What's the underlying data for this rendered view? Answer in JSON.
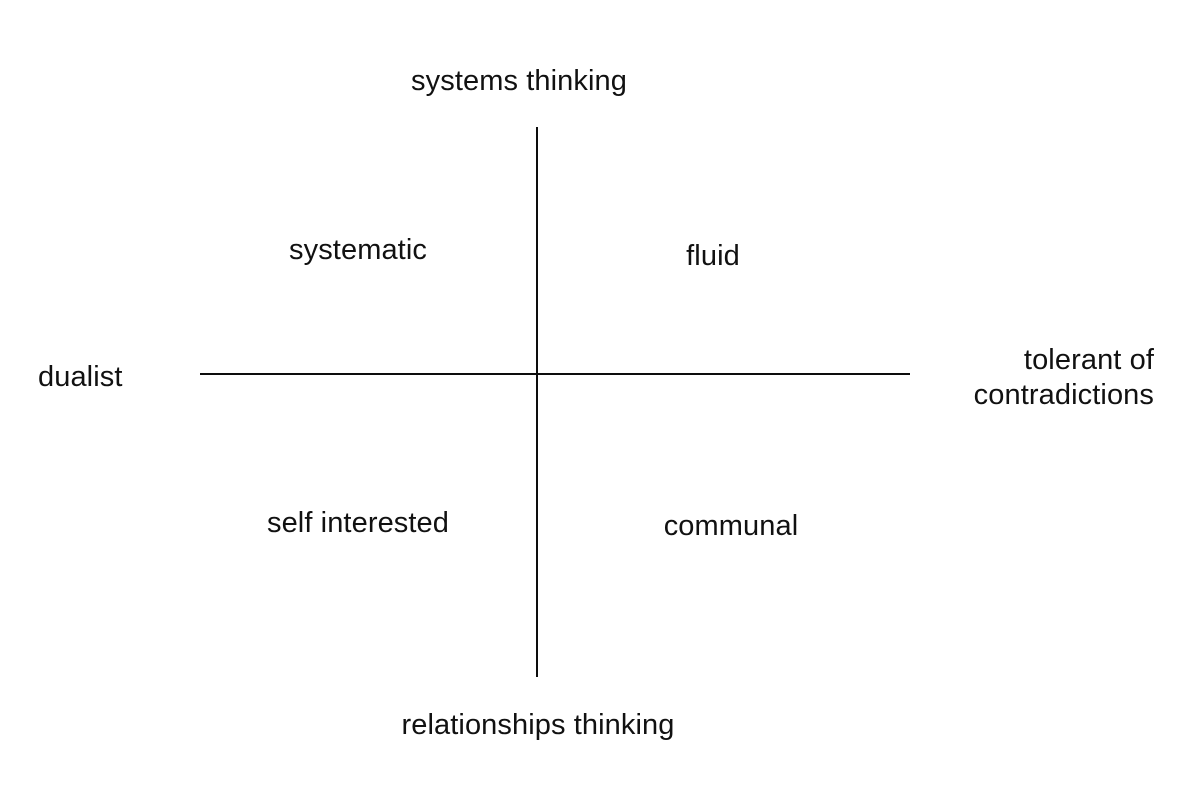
{
  "diagram": {
    "type": "2x2-quadrant-matrix",
    "background_color": "#ffffff",
    "line_color": "#0d0d0d",
    "text_color": "#111111",
    "axes": {
      "vertical": {
        "top_pole_label": "systems thinking",
        "bottom_pole_label": "relationships thinking"
      },
      "horizontal": {
        "left_pole_label": "dualist",
        "right_pole_label_line1": "tolerant of",
        "right_pole_label_line2": "contradictions"
      }
    },
    "quadrants": {
      "upper_left": "systematic",
      "upper_right": "fluid",
      "lower_left": "self interested",
      "lower_right": "communal"
    }
  },
  "chart_data": {
    "type": "scatter",
    "title": "",
    "xlabel": "dualist ↔ tolerant of contradictions",
    "ylabel": "relationships thinking ↔ systems thinking",
    "grid": false,
    "legend": "none",
    "xlim": [
      -1,
      1
    ],
    "ylim": [
      -1,
      1
    ],
    "axis_pole_labels": {
      "top": "systems thinking",
      "bottom": "relationships thinking",
      "left": "dualist",
      "right": "tolerant of contradictions"
    },
    "annotations": [
      {
        "text": "systematic",
        "x": -0.47,
        "y": 0.45,
        "quadrant": "upper-left"
      },
      {
        "text": "fluid",
        "x": 0.25,
        "y": 0.43,
        "quadrant": "upper-right"
      },
      {
        "text": "self interested",
        "x": -0.47,
        "y": -0.54,
        "quadrant": "lower-left"
      },
      {
        "text": "communal",
        "x": 0.27,
        "y": -0.55,
        "quadrant": "lower-right"
      }
    ],
    "categories": [
      "upper-left",
      "upper-right",
      "lower-left",
      "lower-right"
    ],
    "values": [
      "systematic",
      "fluid",
      "self interested",
      "communal"
    ]
  }
}
